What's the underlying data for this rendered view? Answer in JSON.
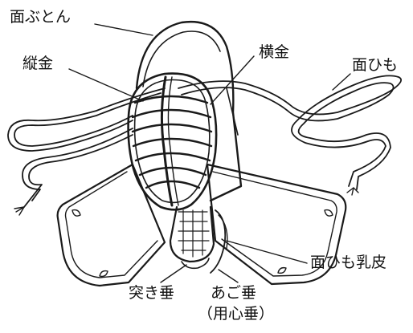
{
  "labels": {
    "men_futon": "面ぶとん",
    "tategane": "縦金",
    "yokogane": "横金",
    "men_himo": "面ひも",
    "men_himo_chikawa": "面ひも乳皮",
    "tsuki_dare": "突き垂",
    "ago_dare": "あご垂",
    "youjin_dare": "（用心垂）"
  }
}
